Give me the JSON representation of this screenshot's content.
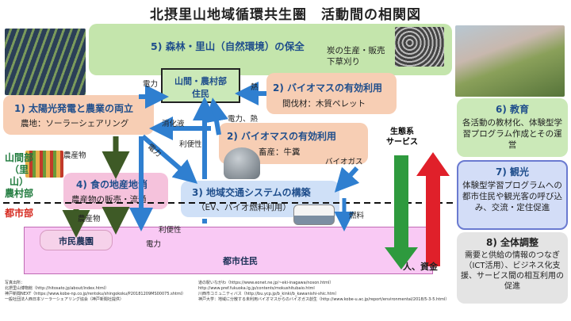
{
  "title": "北摂里山地域循環共生圏　活動間の相関図",
  "boxes": {
    "forest": {
      "title": "5) 森林・里山（自然環境）の保全",
      "note_1": "炭の生産・販売",
      "note_2": "下草刈り"
    },
    "village": {
      "line_1": "山間・農村部",
      "line_2": "住民"
    },
    "solar": {
      "title": "1) 太陽光発電と農業の両立",
      "sub": "農地：ソーラーシェアリング"
    },
    "biomass_wood": {
      "title": "2) バイオマスの有効利用",
      "sub": "間伐材：木質ペレット"
    },
    "biomass_cattle": {
      "title": "2) バイオマスの有効利用",
      "sub": "畜産：牛糞"
    },
    "local_food": {
      "title": "4) 食の地産地消",
      "sub": "農産物の販売・流通"
    },
    "transport": {
      "title": "3) 地域交通システムの構築",
      "sub": "（EV、バイオ燃料利用）"
    },
    "community_farm": {
      "title": "市民農園"
    },
    "city": {
      "title": "都市住民"
    },
    "education": {
      "title": "6) 教育",
      "body": "各活動の教材化、体験型学習プログラム作成とその運営"
    },
    "tourism": {
      "title": "7) 観光",
      "body": "体験型学習プログラムへの都市住民や観光客の呼び込み、交流・定住促進"
    },
    "coordination": {
      "title": "8) 全体調整",
      "body": "需要と供給の情報のつなぎ（ICT活用）、ビジネス化支援、サービス間の相互利用の促進"
    }
  },
  "side_labels": {
    "mountain_1": "山間部",
    "mountain_2": "（里山）",
    "mountain_3": "農村部",
    "urban": "都市部"
  },
  "flow_labels": {
    "power_1": "電力",
    "heat": "熱",
    "power_heat": "電力、熱",
    "digestate": "消化液",
    "convenience_1": "利便性",
    "power_2": "電力",
    "produce_1": "農産物",
    "biogas": "バイオガス",
    "ecosystem_services": "生態系\nサービス",
    "produce_2": "農産物",
    "fuel": "燃料",
    "convenience_2": "利便性",
    "power_3": "電力",
    "people_money": "人、資金"
  },
  "references_left": [
    "写真出所：",
    "北摂里山博物館（http://hitosato.jp/about/index.html）",
    "神戸新聞NEXT（https://www.kobe-np.co.jp/rentoku/shingokoku/P20181209MS00075.shtml）",
    "一般社団法人西日本ソーラーシェアリング協会（神戸新聞社提供）"
  ],
  "references_right": [
    "道の駅いながわ（https://www.eonet.ne.jp/~eki-inagawa/noson.html）",
    "http://www.pref.fukuoka.lg.jp/contents/mokushitubaio.html",
    "川西市コミュニティバス（http://bu.ycp.jp/b_kinki/b_kawanishi-shic.htm）",
    "神戸大学：地域に分散する未利用バイオマスからのバイオガス創生（http://www.kobe-u.ac.jp/report/environmental/2018/5-3-5.html）"
  ],
  "colors": {
    "green_arrow": "#2e9a3e",
    "red_arrow": "#e0202a",
    "blue_arrow": "#2f7fd0",
    "dark_arrow": "#3e5a26"
  }
}
